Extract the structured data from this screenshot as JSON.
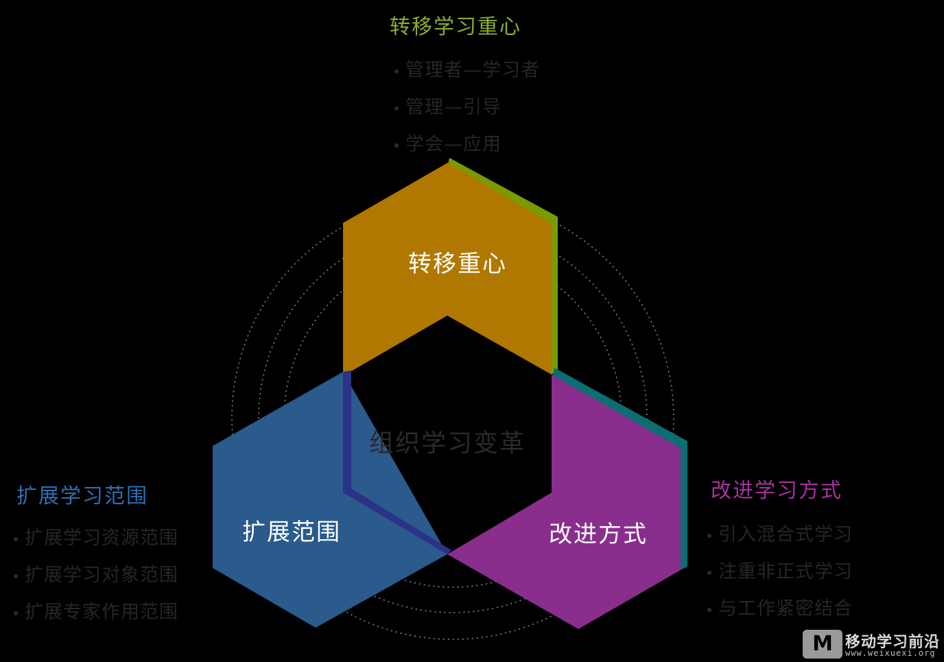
{
  "title": "组织学习变革",
  "sections": {
    "top": {
      "heading": "转移学习重心",
      "hex_label": "转移重心",
      "bullets": [
        "管理者—学习者",
        "管理—引导",
        "学会—应用"
      ],
      "color": "#8bae33"
    },
    "left": {
      "heading": "扩展学习范围",
      "hex_label": "扩展范围",
      "bullets": [
        "扩展学习资源范围",
        "扩展学习对象范围",
        "扩展专家作用范围"
      ],
      "color": "#2e6fb5"
    },
    "right": {
      "heading": "改进学习方式",
      "hex_label": "改进方式",
      "bullets": [
        "引入混合式学习",
        "注重非正式学习",
        "与工作紧密结合"
      ],
      "color": "#a6329e"
    }
  },
  "hex_colors": {
    "top_fill": "#b07800",
    "top_edge": "#7a9b00",
    "left_fill": "#2b5a8c",
    "left_edge": "#2c3286",
    "right_fill": "#8a2e8e",
    "right_edge": "#0b6e72"
  },
  "logo": {
    "mark": "M",
    "title": "移动学习前沿",
    "url": "www.weixuexi.org"
  }
}
